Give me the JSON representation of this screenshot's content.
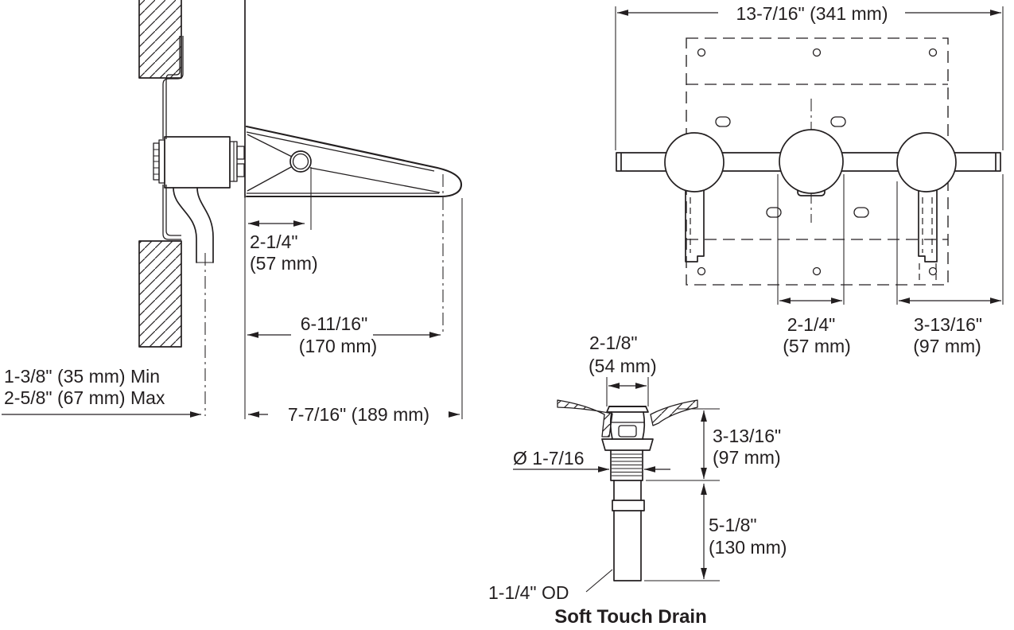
{
  "colors": {
    "ink": "#231f20",
    "background": "#ffffff"
  },
  "side_view": {
    "dim_spout_setback_in": "2-1/4\"",
    "dim_spout_setback_mm": "(57 mm)",
    "dim_spout_reach_in": "6-11/16\"",
    "dim_spout_reach_mm": "(170 mm)",
    "dim_overall_reach": "7-7/16\" (189 mm)",
    "wall_thickness_min": "1-3/8\" (35 mm) Min",
    "wall_thickness_max": "2-5/8\" (67 mm) Max"
  },
  "front_view": {
    "dim_overall_width": "13-7/16\" (341 mm)",
    "dim_spout_hole_in": "2-1/4\"",
    "dim_spout_hole_mm": "(57 mm)",
    "dim_handle_offset_in": "3-13/16\"",
    "dim_handle_offset_mm": "(97 mm)"
  },
  "drain_view": {
    "dim_flange_in": "2-1/8\"",
    "dim_flange_mm": "(54 mm)",
    "dim_hole_diameter": "Ø 1-7/16",
    "dim_body_height_in": "3-13/16\"",
    "dim_body_height_mm": "(97 mm)",
    "dim_tail_length_in": "5-1/8\"",
    "dim_tail_length_mm": "(130 mm)",
    "tailpiece_od": "1-1/4\" OD",
    "caption": "Soft Touch Drain"
  }
}
